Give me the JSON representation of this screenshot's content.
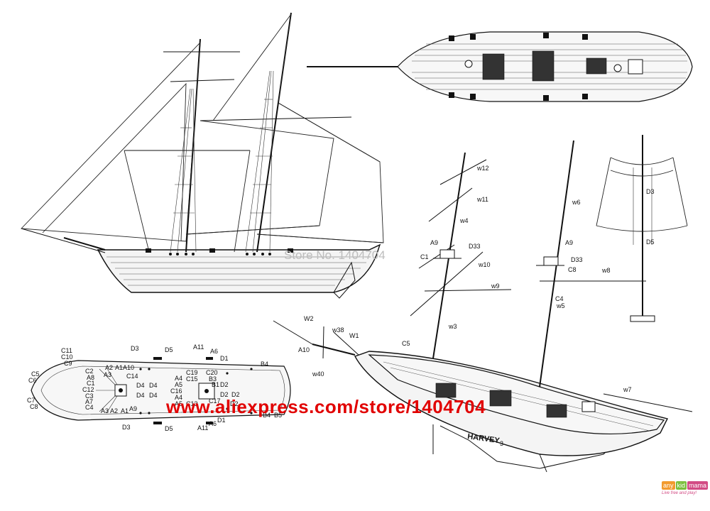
{
  "watermarks": {
    "url": "www.aliexpress.com/store/1404704",
    "store_text": "Store No. 1404704",
    "logo_parts": [
      "any",
      "kid",
      "mama"
    ],
    "logo_tagline": "Live free and play!"
  },
  "colors": {
    "watermark_red": "#e10000",
    "watermark_gray": "#bdbdbd",
    "line": "#111111",
    "logo_orange": "#f29a2e",
    "logo_green": "#7bbf3c",
    "logo_pink": "#d24b84"
  },
  "ship_name": "HARVEY",
  "stern_mark": "3",
  "deck_plan_labels": {
    "c11": "C11",
    "c10": "C10",
    "c9": "C9",
    "c5": "C5",
    "c6": "C6",
    "c7": "C7",
    "c8": "C8",
    "c2": "C2",
    "a8": "A8",
    "a3_top": "A3",
    "c1": "C1",
    "c12": "C12",
    "c3": "C3",
    "a7": "A7",
    "c4": "C4",
    "a2_top": "A2",
    "a1a10": "A1A10",
    "c14": "C14",
    "a3_bot": "A3",
    "a2_bot": "A2",
    "a1": "A1",
    "a9": "A9",
    "d3_top": "D3",
    "d5_top": "D5",
    "d3_bot": "D3",
    "d5_bot": "D5",
    "d4a": "D4",
    "d4b": "D4",
    "d4c": "D4",
    "d4d": "D4",
    "a11_top": "A11",
    "a6_top": "A6",
    "d1_top": "D1",
    "a11_bot": "A11",
    "a6_bot": "A6",
    "d1_bot": "D1",
    "b4_top": "B4",
    "b4_bot": "B4",
    "b5": "B5",
    "c19": "C19",
    "c20": "C20",
    "a4_top": "A4",
    "c15": "C15",
    "b3": "B3",
    "a5_top": "A5",
    "b1": "B1",
    "c16": "C16",
    "a4_bot": "A4",
    "a5_bot": "A5",
    "c13": "C13",
    "c17": "C17",
    "d2a": "D2",
    "d2b": "D2",
    "d2c": "D2",
    "d2d": "D2"
  },
  "rigging_labels": {
    "w12": "w12",
    "w11": "w11",
    "w4": "w4",
    "a9_left": "A9",
    "c1": "C1",
    "d33_left": "D33",
    "w10": "w10",
    "w9": "w9",
    "w3": "w3",
    "w6": "w6",
    "a9_right": "A9",
    "d33_right": "D33",
    "c8": "C8",
    "w8": "w8",
    "c4": "C4",
    "w5": "w5",
    "w2": "W2",
    "w38": "w38",
    "w1": "W1",
    "a10": "A10",
    "w40": "w40",
    "c5": "C5",
    "w7": "w7"
  },
  "sail_detail_labels": {
    "d3": "D3",
    "d5": "D5"
  }
}
